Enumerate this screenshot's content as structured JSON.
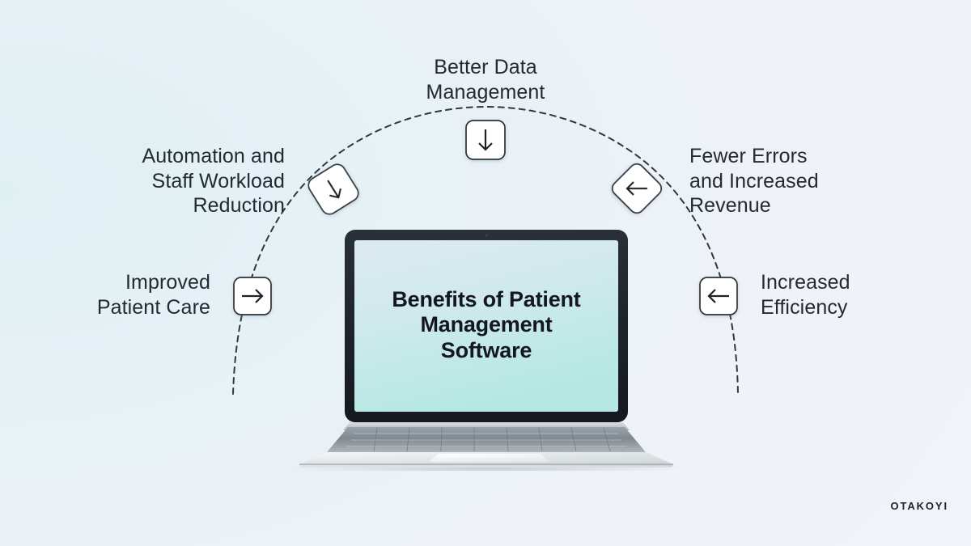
{
  "brand": {
    "name": "OTAKOYI"
  },
  "screen": {
    "title": "Benefits of Patient\nManagement\nSoftware",
    "gradient_from": "#dbeaf2",
    "gradient_to": "#b8e9e4",
    "bezel_color": "#20252b"
  },
  "background": {
    "from": "#dff0f3",
    "to": "#f1f3f8"
  },
  "arc": {
    "stroke": "#2f3740",
    "dash": "7 6",
    "width": 2
  },
  "labels": [
    {
      "id": "better-data-management",
      "text": "Better Data\nManagement",
      "align": "center",
      "position": "top",
      "icon": "arrow-down-icon",
      "badge_rotation": 0
    },
    {
      "id": "automation-and-staff-workload-reduction",
      "text": "Automation and\nStaff Workload\nReduction",
      "align": "right",
      "position": "upper-left",
      "icon": "arrow-down-left-icon",
      "badge_rotation": -32
    },
    {
      "id": "improved-patient-care",
      "text": "Improved\nPatient Care",
      "align": "right",
      "position": "lower-left",
      "icon": "arrow-right-icon",
      "badge_rotation": 0
    },
    {
      "id": "fewer-errors-and-increased-revenue",
      "text": "Fewer Errors\nand Increased\nRevenue",
      "align": "left",
      "position": "upper-right",
      "icon": "arrow-down-left-icon",
      "badge_rotation": 45
    },
    {
      "id": "increased-efficiency",
      "text": "Increased\nEfficiency",
      "align": "left",
      "position": "lower-right",
      "icon": "arrow-left-icon",
      "badge_rotation": 0
    }
  ],
  "badges": {
    "fill": "#ffffff",
    "stroke": "#2b323a",
    "arrow_color": "#1b2128"
  }
}
